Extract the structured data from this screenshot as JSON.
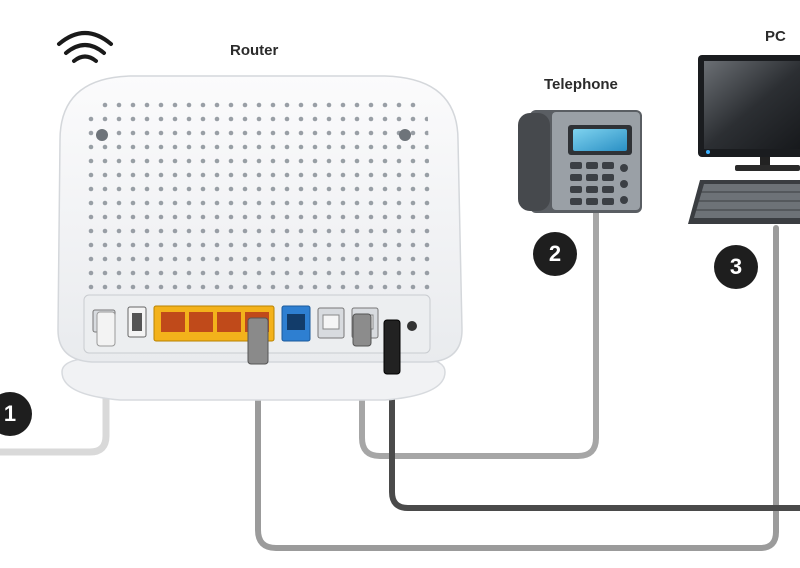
{
  "labels": {
    "router": "Router",
    "telephone": "Telephone",
    "pc": "PC"
  },
  "steps": [
    "1",
    "2",
    "3"
  ],
  "icons": {
    "wifi": "wifi-icon",
    "router": "router-icon",
    "telephone": "telephone-icon",
    "pc": "computer-icon"
  },
  "colors": {
    "cable_light": "#d9d9d9",
    "cable_gray": "#9b9b9b",
    "cable_dark": "#4a4a4a",
    "port_yellow": "#f3b21b",
    "port_blue": "#2e7fd1",
    "badge": "#1e1e1e"
  }
}
